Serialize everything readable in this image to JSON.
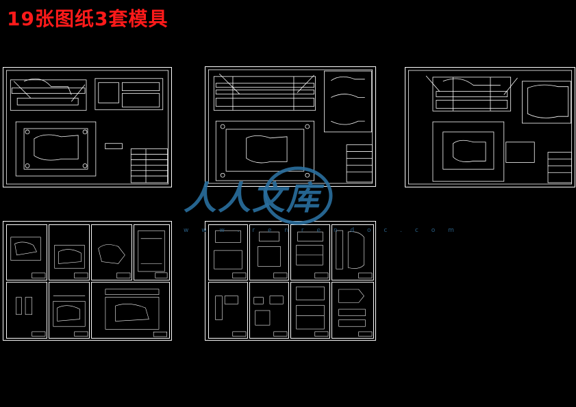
{
  "title": "19张图纸3套模具",
  "watermark": {
    "text": "人人文库",
    "url": "w w w . r e n r e n d o c . c o m"
  },
  "colors": {
    "title": "#ff1a1a",
    "line": "#ffffff",
    "watermark": "#2a6f9f"
  }
}
